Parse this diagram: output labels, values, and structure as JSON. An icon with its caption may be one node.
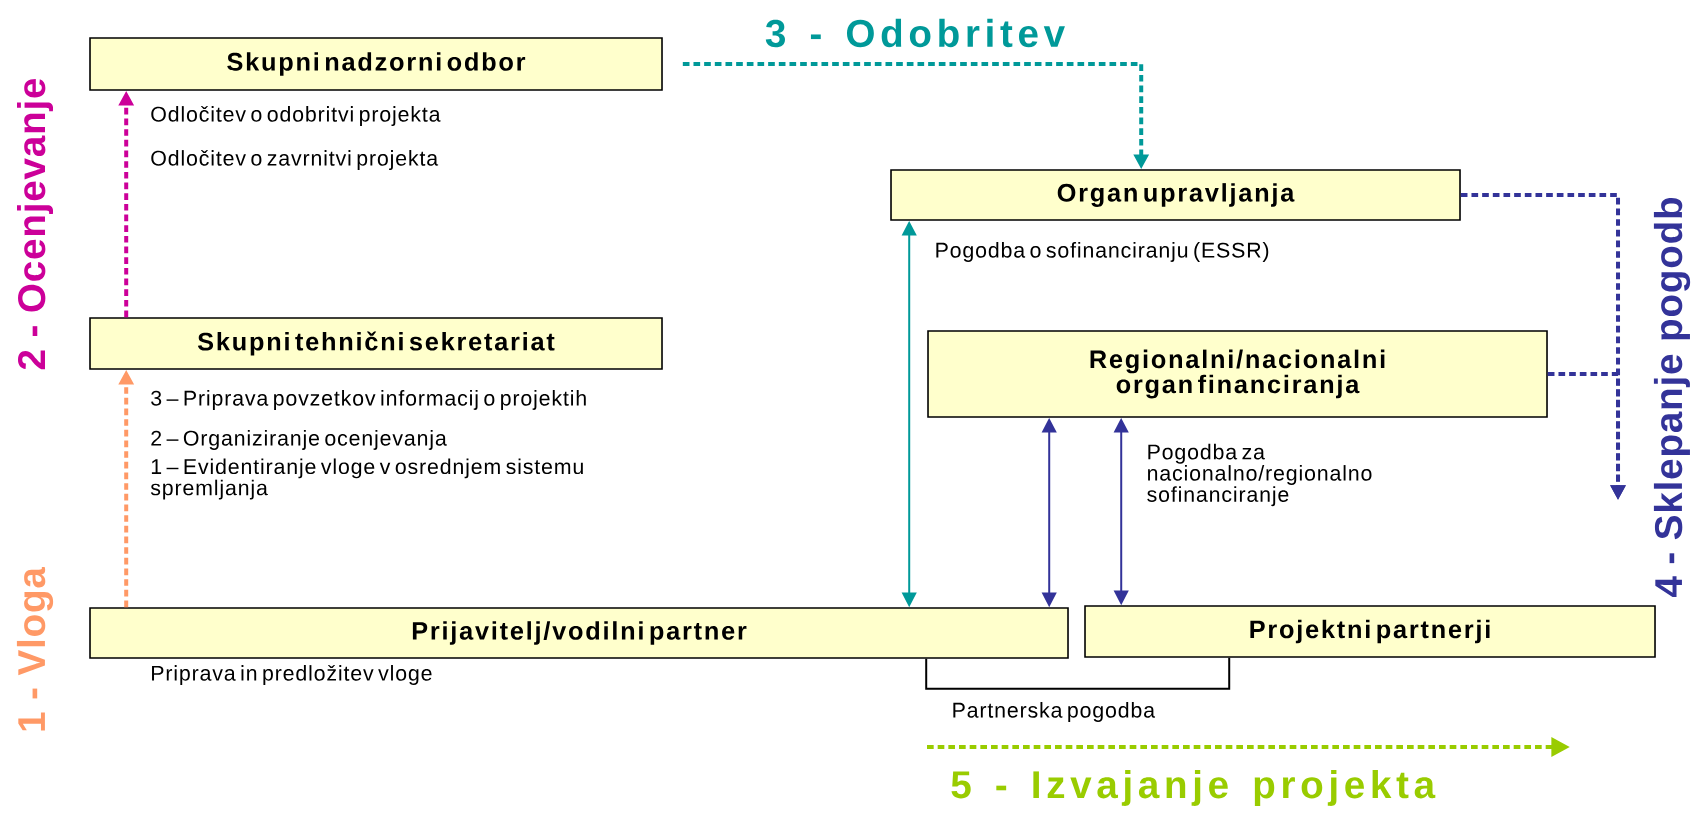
{
  "diagram": {
    "nodes": [
      {
        "text": [
          "Skupni nadzorni odbor"
        ],
        "beside": [
          "Odločitev o odobritvi projekta",
          "Odločitev o zavrnitvi projekta"
        ]
      },
      {
        "text": [
          "Skupni tehnični sekretariat"
        ],
        "beside": [
          "3 – Priprava povzetkov informacij o projektih",
          "2 – Organiziranje ocenjevanja",
          "1 – Evidentiranje vloge v osrednjem sistemu spremljanja"
        ]
      },
      {
        "text": [
          "Organ upravljanja"
        ]
      },
      {
        "text": [
          "Regionalni/nacionalni organ financiranja"
        ]
      },
      {
        "text": [
          "Prijavitelj/vodilni partner"
        ],
        "beside": [
          "Priprava in predložitev vloge"
        ]
      },
      {
        "text": [
          "Projektni partnerji"
        ]
      }
    ],
    "edges": [
      {
        "from": 4,
        "to": 1,
        "arrow": "to",
        "style": "dashed",
        "color": "#ff9966"
      },
      {
        "from": 1,
        "to": 0,
        "arrow": "to",
        "style": "dashed",
        "color": "#cc0099"
      },
      {
        "from": 0,
        "to": 2,
        "arrow": "to",
        "style": "dashed",
        "color": "#009999"
      },
      {
        "from": 2,
        "to": 4,
        "arrow": "both",
        "label": "Pogodba o sofinanciranju (ESSR)",
        "color": "#009999"
      },
      {
        "from": 3,
        "to": 4,
        "arrow": "both",
        "color": "#333399"
      },
      {
        "from": 3,
        "to": 5,
        "arrow": "both",
        "label": "Pogodba za nacionalno/regionalno sofinanciranje",
        "color": "#333399"
      },
      {
        "from": 2,
        "to": null,
        "arrow": "to",
        "style": "dashed",
        "color": "#333399"
      },
      {
        "from": 3,
        "to": null,
        "arrow": "to",
        "style": "dashed",
        "color": "#333399"
      },
      {
        "from": 4,
        "to": 5,
        "arrow": "none",
        "label": "Partnerska pogodba",
        "color": "#000000"
      }
    ],
    "labels": [
      "3 - Odobritev",
      "2 - Ocenjevanje",
      "1 - Vloga",
      "4 - Sklepanje pogodb",
      "5 - Izvajanje projekta"
    ]
  }
}
